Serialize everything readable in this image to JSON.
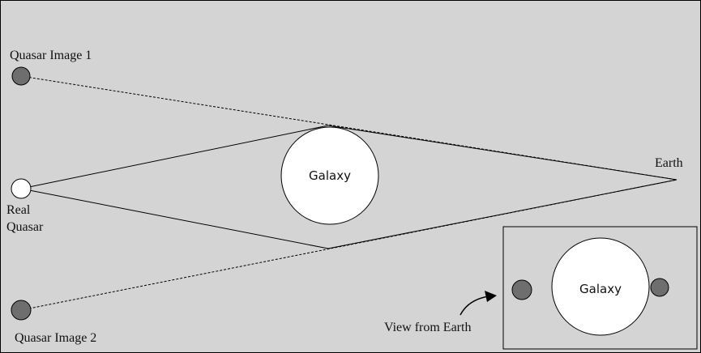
{
  "diagram": {
    "labels": {
      "quasar_image_1": "Quasar Image 1",
      "quasar_image_2": "Quasar Image 2",
      "real_quasar_line1": "Real",
      "real_quasar_line2": "Quasar",
      "galaxy": "Galaxy",
      "earth": "Earth",
      "view_from_earth": "View from Earth"
    },
    "inset": {
      "galaxy": "Galaxy"
    },
    "colors": {
      "background": "#d4d4d4",
      "border": "#000000",
      "lines": "#000000",
      "quasar_image_fill": "#6e6e6e",
      "real_quasar_fill": "#ffffff",
      "galaxy_fill": "#ffffff"
    }
  }
}
